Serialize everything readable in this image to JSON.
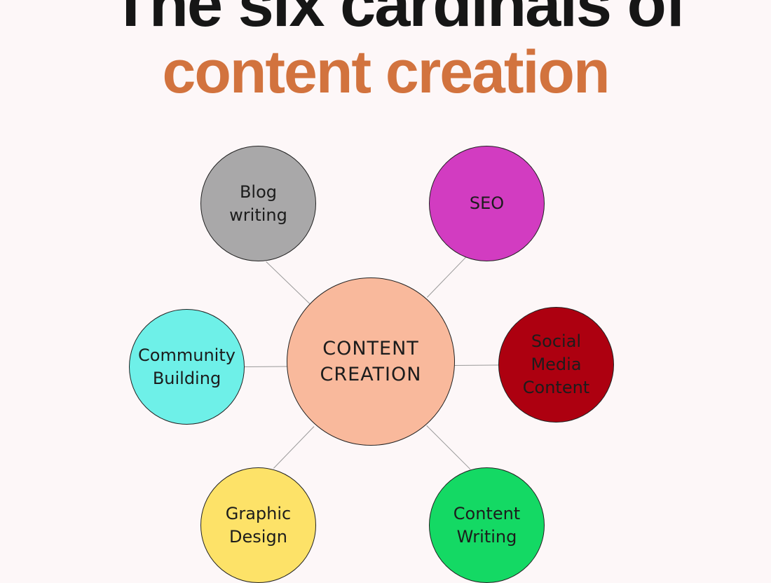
{
  "title": {
    "line1": "The six cardinals of",
    "line2": "content creation"
  },
  "colors": {
    "title_dark": "#161616",
    "title_accent": "#d2733e",
    "background": "#fdf7f8"
  },
  "hub": {
    "label": "CONTENT\nCREATION",
    "color": "#f9b99c"
  },
  "nodes": {
    "blog_writing": {
      "label": "Blog\nwriting",
      "color": "#a9a8a9"
    },
    "seo": {
      "label": "SEO",
      "color": "#d23cc1"
    },
    "community_building": {
      "label": "Community\nBuilding",
      "color": "#6ef0e8"
    },
    "social_media_content": {
      "label": "Social\nMedia\nContent",
      "color": "#ad0010"
    },
    "graphic_design": {
      "label": "Graphic\nDesign",
      "color": "#fde268"
    },
    "content_writing": {
      "label": "Content\nWriting",
      "color": "#14d964"
    }
  }
}
